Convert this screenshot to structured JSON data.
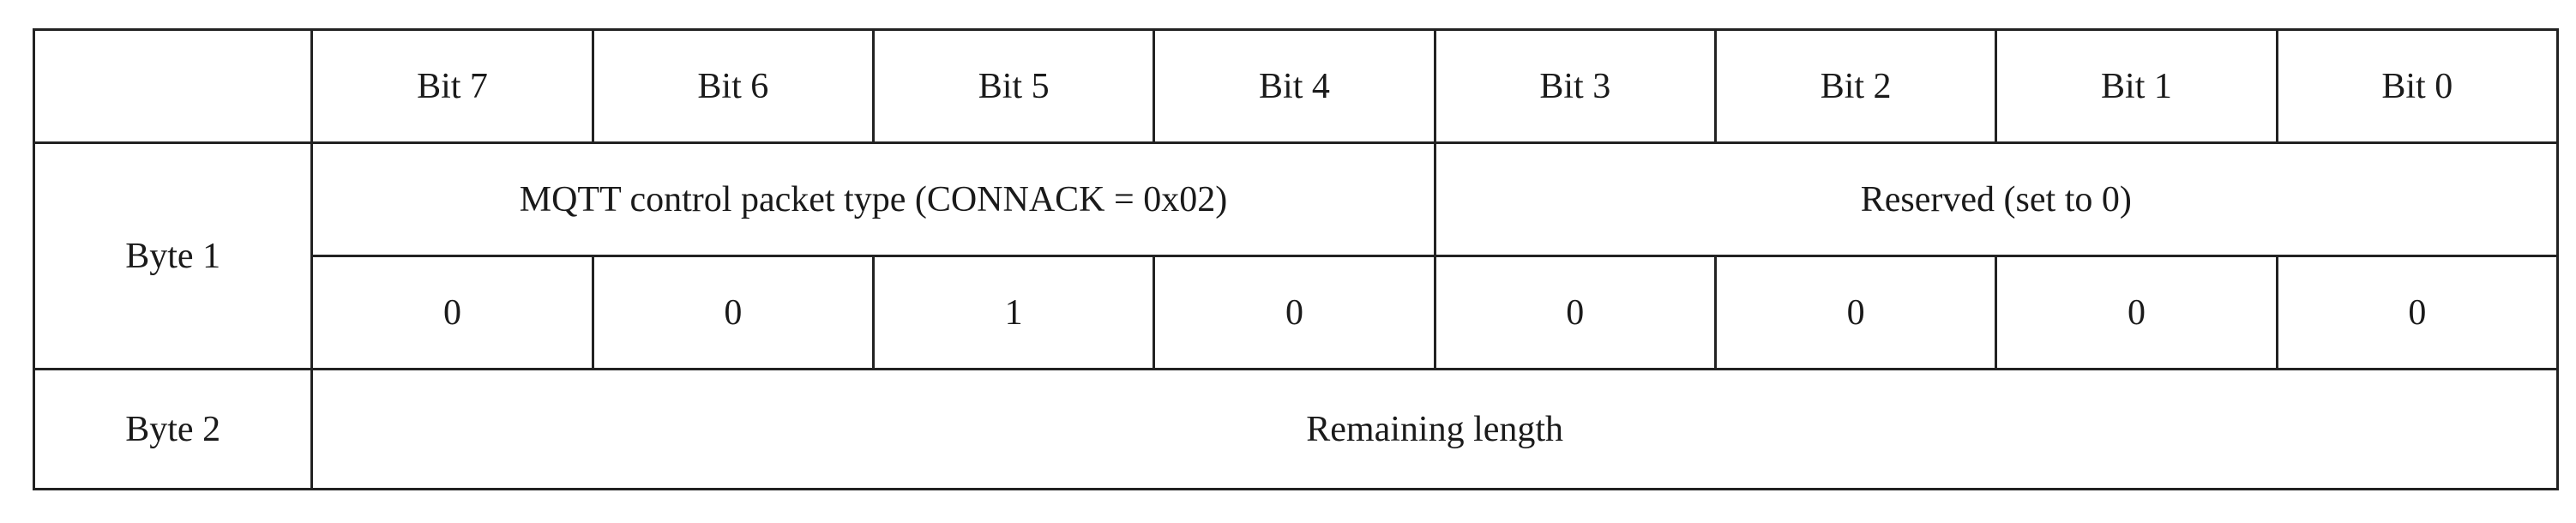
{
  "header": {
    "corner": "",
    "bits": [
      "Bit 7",
      "Bit 6",
      "Bit 5",
      "Bit 4",
      "Bit 3",
      "Bit 2",
      "Bit 1",
      "Bit 0"
    ]
  },
  "byte1": {
    "label": "Byte 1",
    "packet_type_label": "MQTT control packet type (CONNACK = 0x02)",
    "reserved_label": "Reserved (set to 0)",
    "bit_values": [
      "0",
      "0",
      "1",
      "0",
      "0",
      "0",
      "0",
      "0"
    ]
  },
  "byte2": {
    "label": "Byte 2",
    "content": "Remaining length"
  }
}
